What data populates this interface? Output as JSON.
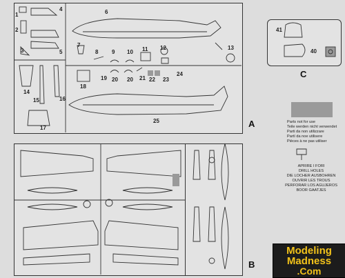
{
  "sprue_letters": {
    "a": "A",
    "b": "B",
    "c": "C"
  },
  "sprue_a_numbers": [
    "1",
    "2",
    "3",
    "4",
    "5",
    "6",
    "7",
    "8",
    "9",
    "10",
    "11",
    "12",
    "13",
    "14",
    "15",
    "16",
    "17",
    "18",
    "19",
    "20",
    "20",
    "21",
    "22",
    "23",
    "24",
    "25"
  ],
  "sprue_c_numbers": {
    "p41": "41",
    "p40": "40"
  },
  "legend": {
    "parts_not_used": [
      "Parts not for use",
      "Teile werden nicht verwendet",
      "Parti da non utilizzare",
      "Partí da noe utilisere",
      "Pièces à ne pas utiliser"
    ],
    "drill_holes": [
      "APRIRE I FORI",
      "DRILL HOLES",
      "DIE LOCHER AUSBOHREN",
      "OUVRIR LES TROUS",
      "PERFORAR LOS AGUJEROS",
      "BOOR GAATJES"
    ]
  },
  "logo": {
    "line1": "Modeling",
    "line2": "Madness",
    "line3": ".Com"
  },
  "colors": {
    "background": "#dddddd",
    "not_used_swatch": "#9a9a9a",
    "logo_bg": "#1c1c1c",
    "logo_text": "#f2c21a"
  }
}
